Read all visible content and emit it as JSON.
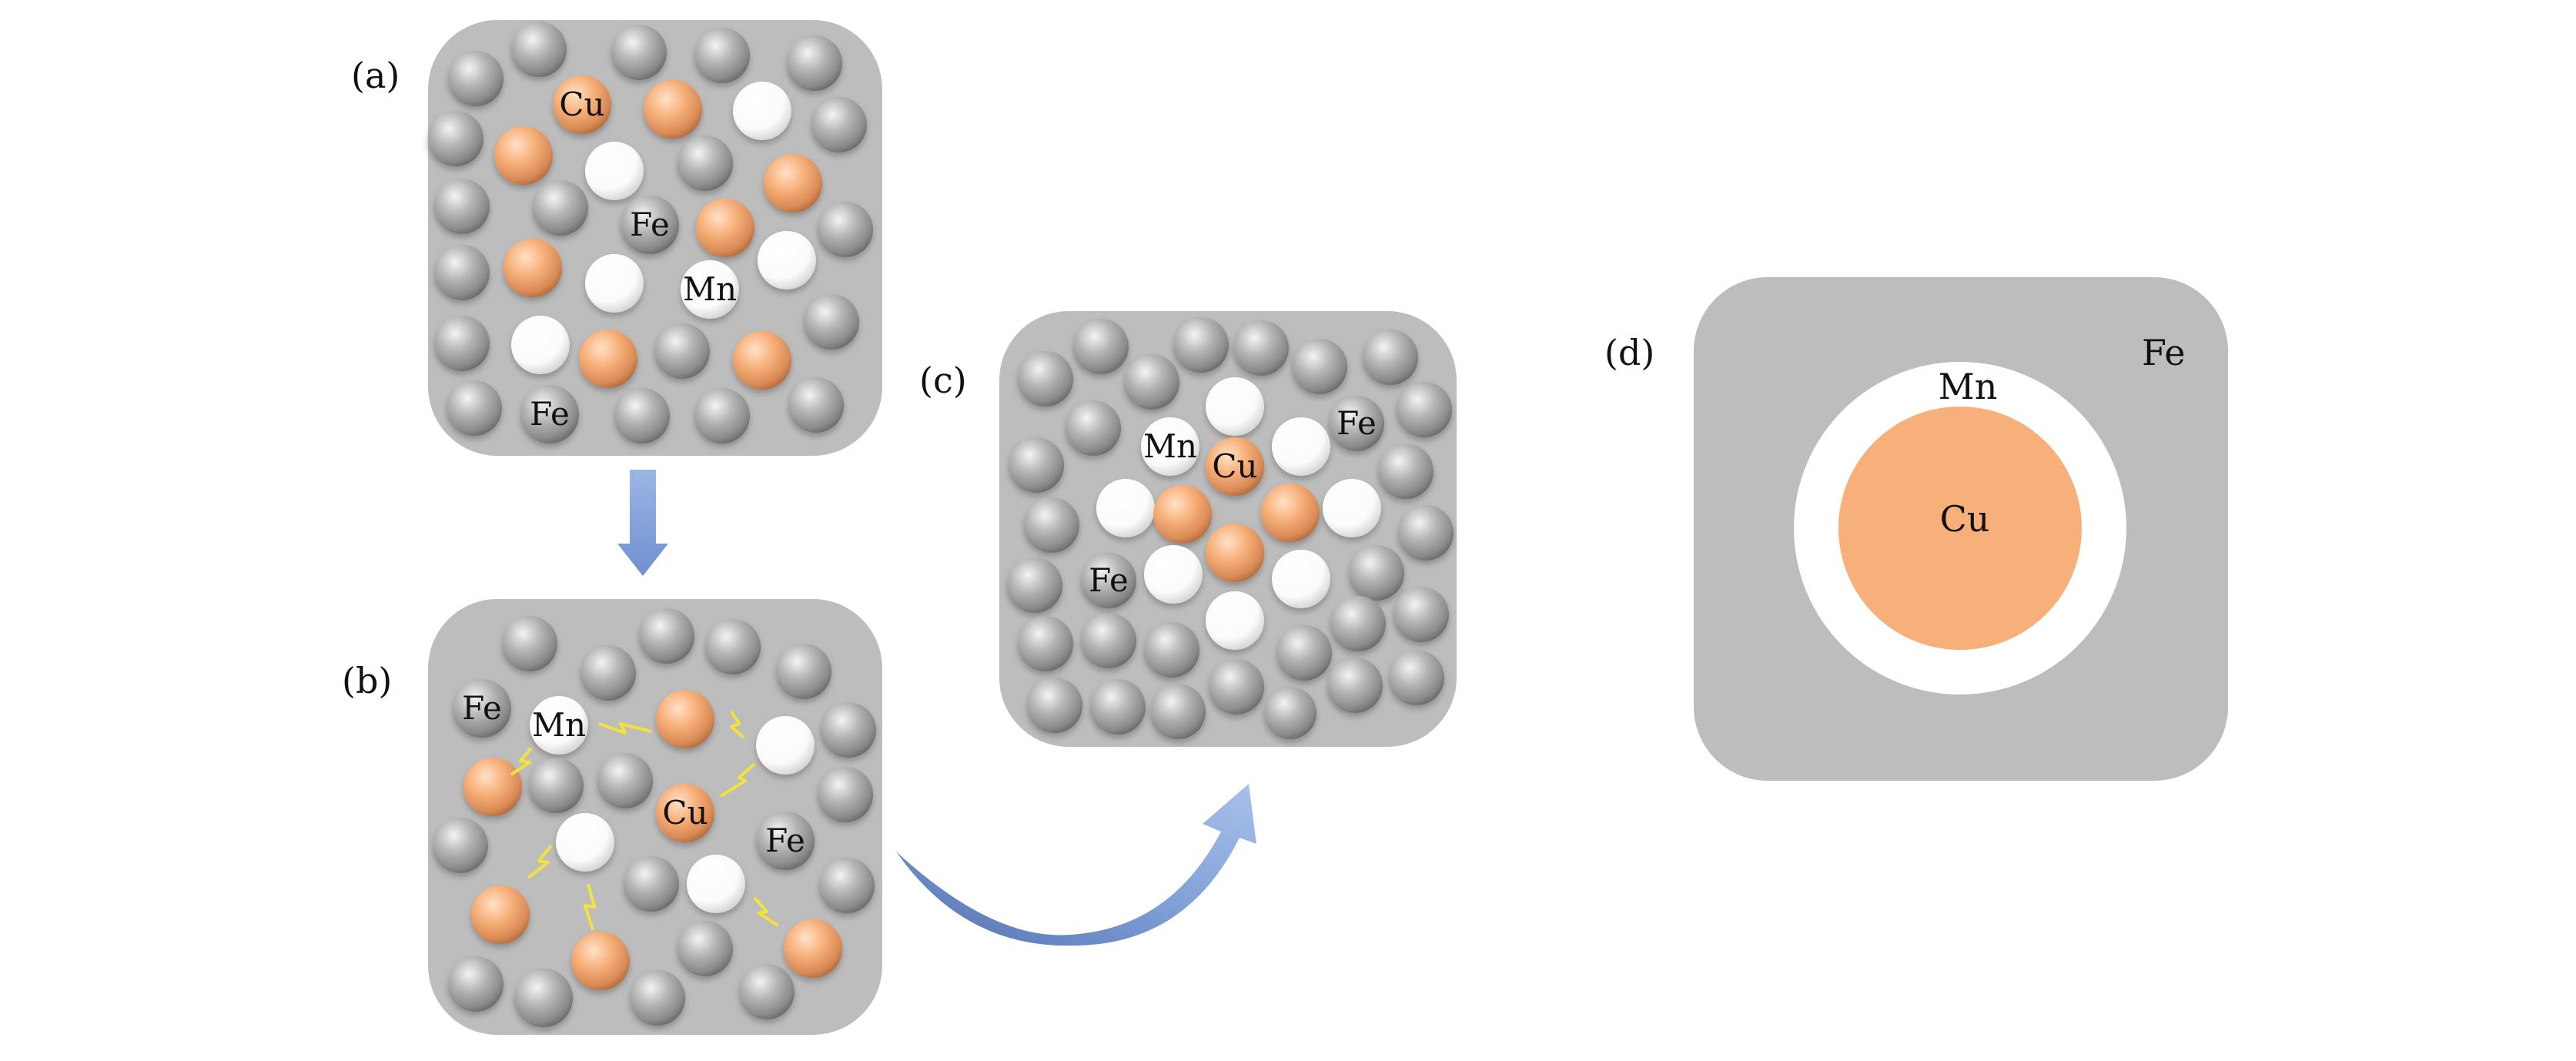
{
  "colors": {
    "matrix": "#bdbdbd",
    "atom_fe": "#a8a8a8",
    "atom_cu": "#f7b07a",
    "atom_mn": "#ffffff",
    "arrow": "#7f9fd6",
    "spark": "#f2e23a"
  },
  "panels": {
    "a": {
      "label": "(a)",
      "atom_labels": {
        "cu": "Cu",
        "fe1": "Fe",
        "mn": "Mn",
        "fe2": "Fe"
      }
    },
    "b": {
      "label": "(b)",
      "atom_labels": {
        "fe1": "Fe",
        "mn": "Mn",
        "cu": "Cu",
        "fe2": "Fe"
      }
    },
    "c": {
      "label": "(c)",
      "atom_labels": {
        "mn": "Mn",
        "cu": "Cu",
        "fe1": "Fe",
        "fe2": "Fe"
      }
    },
    "d": {
      "label": "(d)",
      "region_labels": {
        "fe": "Fe",
        "mn": "Mn",
        "cu": "Cu"
      }
    }
  }
}
